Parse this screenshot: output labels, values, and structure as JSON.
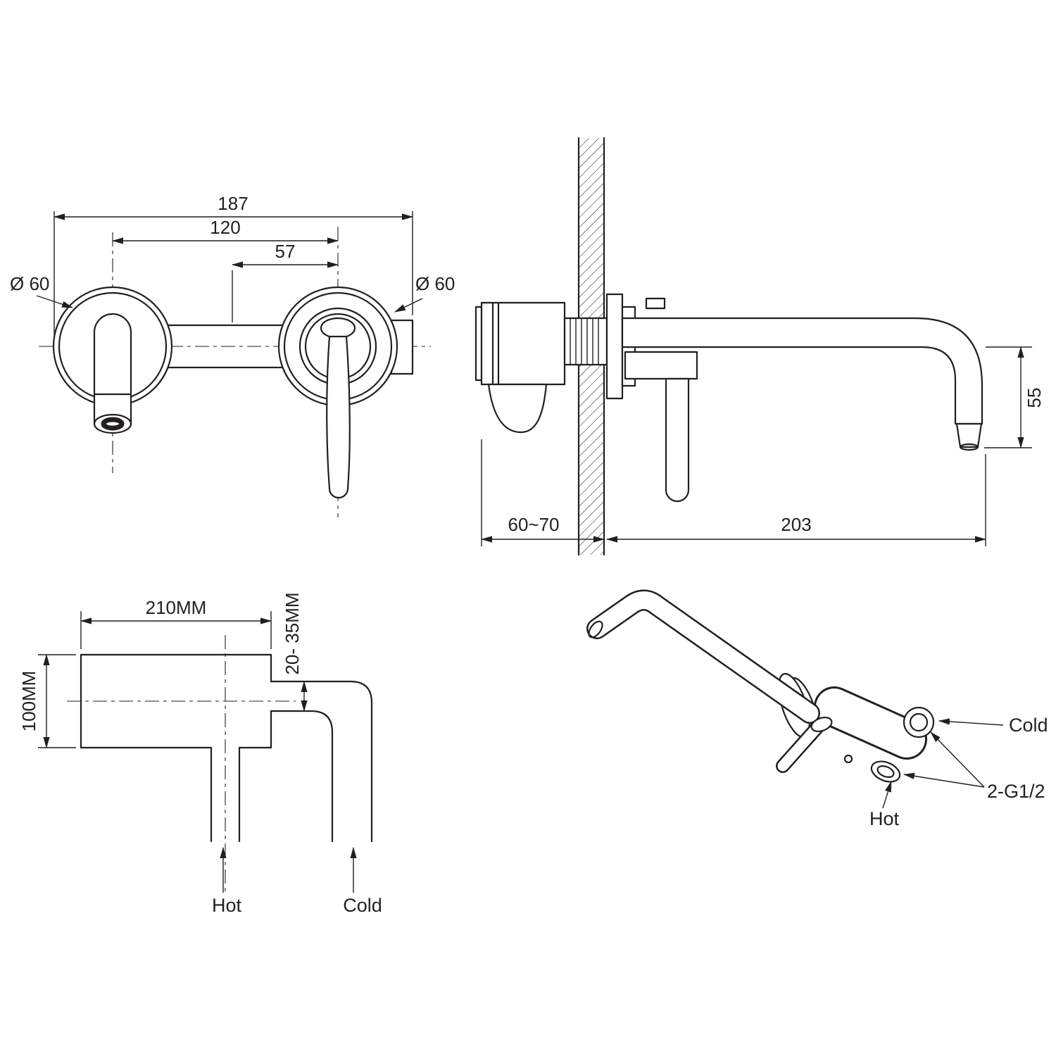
{
  "colors": {
    "line": "#231f20",
    "background": "#ffffff"
  },
  "front_view": {
    "dim_overall_width": "187",
    "dim_hole_centers": "120",
    "dim_handle_offset": "57",
    "dia_left_escutcheon": "Ø 60",
    "dia_right_escutcheon": "Ø 60"
  },
  "side_view": {
    "dim_wall_cavity_depth": "60~70",
    "dim_spout_reach": "203",
    "dim_spout_drop": "55"
  },
  "rough_in_view": {
    "dim_body_width": "210MM",
    "dim_body_height": "100MM",
    "dim_finish_depth_range": "20- 35MM",
    "hot_label": "Hot",
    "cold_label": "Cold"
  },
  "isometric_view": {
    "cold_label": "Cold",
    "hot_label": "Hot",
    "thread_label": "2-G1/2"
  }
}
